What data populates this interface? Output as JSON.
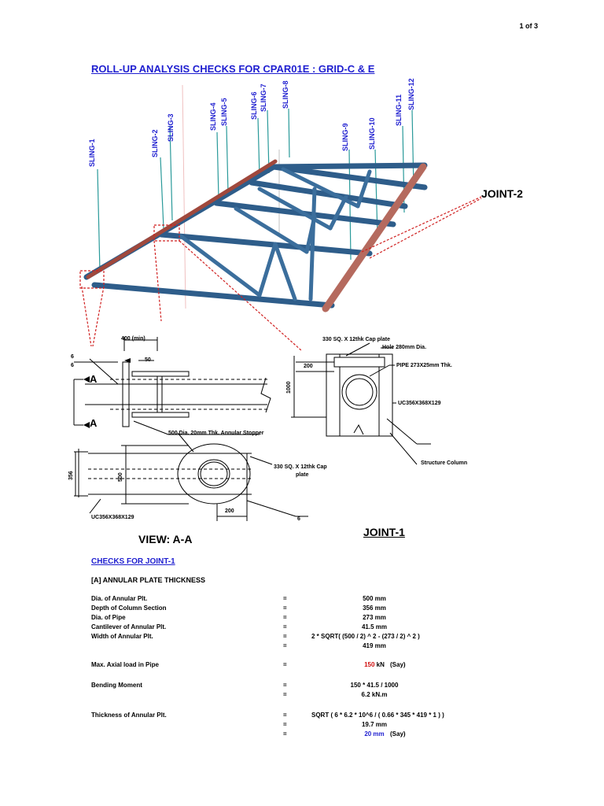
{
  "page_number": "1 of 3",
  "title": "ROLL-UP ANALYSIS CHECKS FOR CPAR01E : GRID-C & E",
  "slings": [
    "SLING-1",
    "SLING-2",
    "SLING-3",
    "SLING-4",
    "SLING-5",
    "SLING-6",
    "SLING-7",
    "SLING-8",
    "SLING-9",
    "SLING-10",
    "SLING-11",
    "SLING-12"
  ],
  "joint2_label": "JOINT-2",
  "joint1_label": "JOINT-1",
  "view_label": "VIEW: A-A",
  "section_mark": "A",
  "dims": {
    "d400": "400 (min)",
    "d50": "50",
    "d6a": "6",
    "d6b": "6",
    "d1000": "1000",
    "d200a": "200",
    "d356": "356",
    "d500": "500",
    "d200b": "200",
    "d6c": "6"
  },
  "callouts": {
    "cap_plate_top": "330 SQ. X 12thk Cap plate",
    "hole": "Hole 280mm Dia.",
    "pipe": "PIPE 273X25mm Thk.",
    "uc_right": "UC356X368X129",
    "structure_column": "Structure Column",
    "annular_stopper": "500 Dia. 20mm Thk. Annular Stopper",
    "cap_plate_mid_1": "330 SQ. X 12thk Cap",
    "cap_plate_mid_2": "plate",
    "uc_left": "UC356X368X129"
  },
  "checks_title": "CHECKS FOR JOINT-1",
  "sub_title": "[A] ANNULAR PLATE THICKNESS",
  "rows": [
    {
      "label": "Dia. of Annular Plt.",
      "eq": "=",
      "value": "500  mm",
      "note": ""
    },
    {
      "label": "Depth of Column Section",
      "eq": "=",
      "value": "356  mm",
      "note": ""
    },
    {
      "label": "Dia. of Pipe",
      "eq": "=",
      "value": "273  mm",
      "note": ""
    },
    {
      "label": "Cantilever of Annular Plt.",
      "eq": "=",
      "value": "41.5  mm",
      "note": ""
    },
    {
      "label": "Width of Annular Plt.",
      "eq": "=",
      "value": "2 * SQRT( (500 / 2) ^ 2 - (273 / 2) ^ 2 )",
      "note": ""
    },
    {
      "label": "",
      "eq": "=",
      "value": "419  mm",
      "note": ""
    },
    {
      "label": "Max. Axial load in Pipe",
      "eq": "=",
      "value_num": "150",
      "value_unit": "kN",
      "note": "(Say)"
    },
    {
      "label": "Bending Moment",
      "eq": "=",
      "value": "150 * 41.5 / 1000",
      "note": ""
    },
    {
      "label": "",
      "eq": "=",
      "value": "6.2  kN.m",
      "note": ""
    },
    {
      "label": "Thickness of Annular Plt.",
      "eq": "=",
      "value": "SQRT ( 6 * 6.2 * 10^6 / ( 0.66 * 345 * 419 * 1 ) )",
      "note": ""
    },
    {
      "label": "",
      "eq": "=",
      "value": "19.7  mm",
      "note": ""
    },
    {
      "label": "",
      "eq": "=",
      "value": "20 mm",
      "note": "(Say)"
    }
  ]
}
